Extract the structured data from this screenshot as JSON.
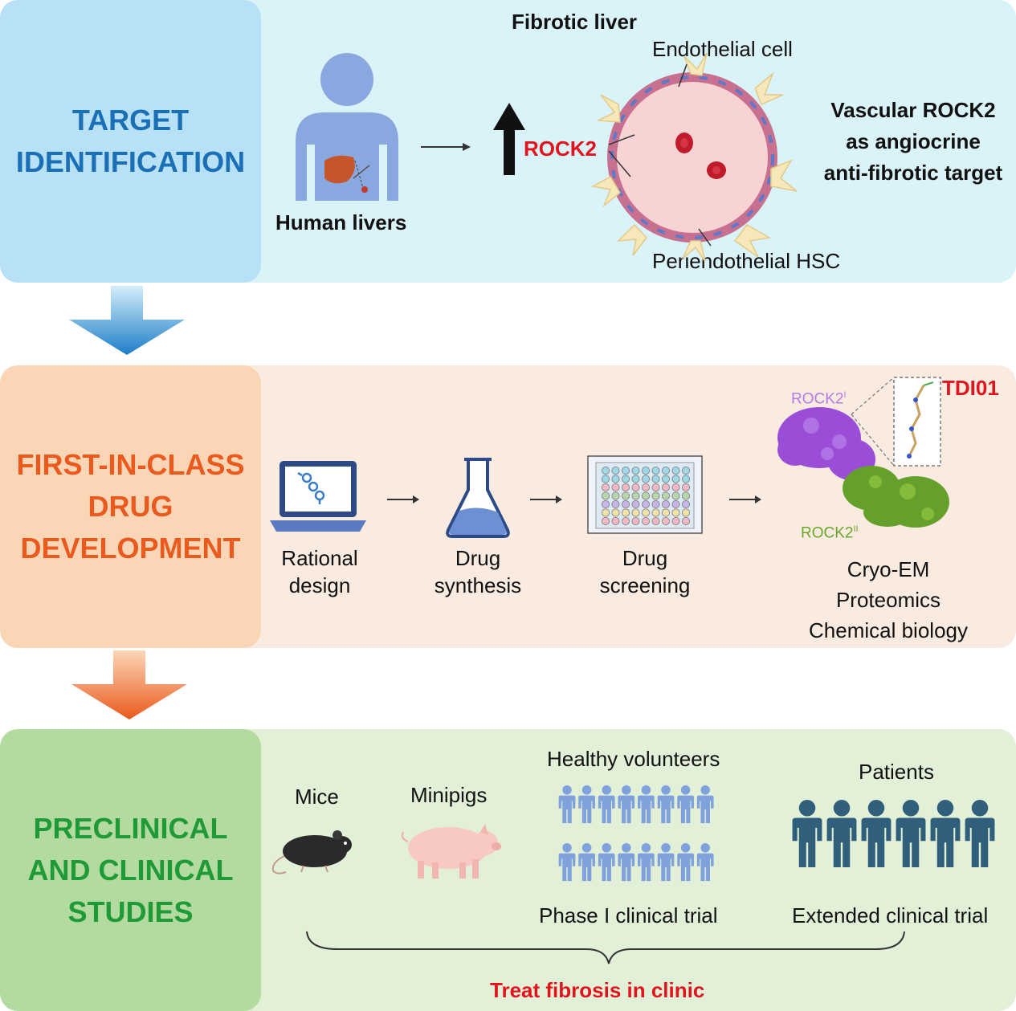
{
  "target": {
    "label": "TARGET\nIDENTIFICATION",
    "human_livers": "Human livers",
    "rock2": "ROCK2",
    "fibrotic_liver": "Fibrotic liver",
    "endothelial_cell": "Endothelial cell",
    "periendothelial_hsc": "Periendothelial HSC",
    "conclusion": "Vascular ROCK2\nas angiocrine\nanti-fibrotic target"
  },
  "development": {
    "label": "FIRST-IN-CLASS\nDRUG\nDEVELOPMENT",
    "steps": [
      {
        "label": "Rational\ndesign"
      },
      {
        "label": "Drug\nsynthesis"
      },
      {
        "label": "Drug\nscreening"
      }
    ],
    "rock2_1": "ROCK2",
    "rock2_1_sup": "I",
    "rock2_2": "ROCK2",
    "rock2_2_sup": "II",
    "compound": "TDI01",
    "methods": "Cryo-EM\nProteomics\nChemical biology"
  },
  "studies": {
    "label": "PRECLINICAL\nAND CLINICAL\nSTUDIES",
    "mice": "Mice",
    "minipigs": "Minipigs",
    "healthy_volunteers": "Healthy volunteers",
    "phase1": "Phase I clinical trial",
    "patients": "Patients",
    "extended": "Extended clinical trial",
    "outcome": "Treat fibrosis in clinic"
  },
  "colors": {
    "blue": "#1b6fb5",
    "orange": "#ea5a1e",
    "green": "#1f9a37",
    "red": "#e0141e"
  }
}
